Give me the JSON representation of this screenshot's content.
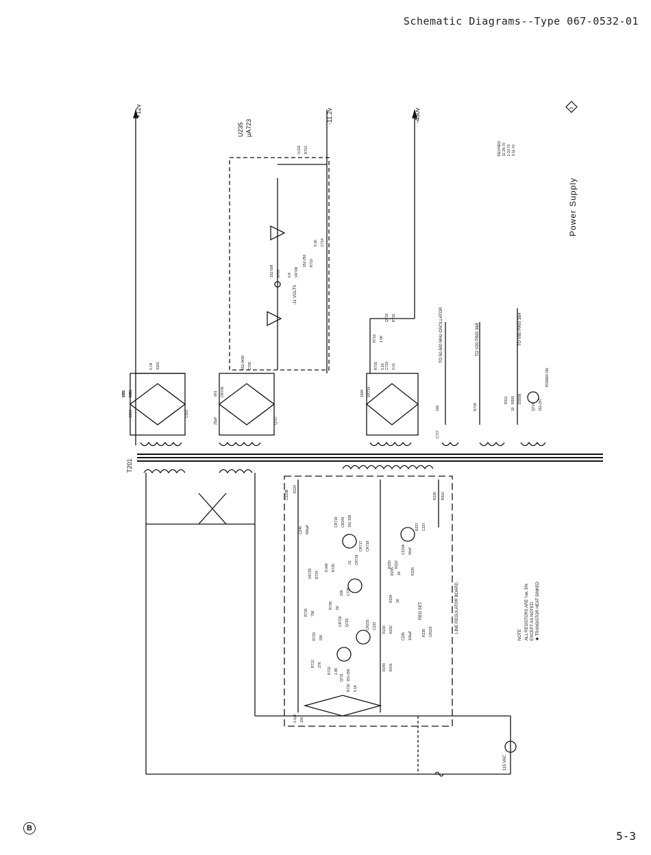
{
  "header": {
    "title": "Schematic Diagrams--Type 067-0532-01"
  },
  "footer": {
    "page_number": "5-3",
    "revision_mark": "B"
  },
  "diagram": {
    "title": "Power Supply",
    "diagram_number": "3",
    "revisions": [
      "REVISED:",
      "11-25-70",
      "1-10-70",
      "3-11-70"
    ],
    "transformer_label": "T201",
    "rails": [
      "+12v",
      "-11.2v",
      "-450v"
    ],
    "ic": {
      "ref": "U235",
      "part": "μA723"
    },
    "board_label": "LINE REGULATOR BOARD",
    "notes": {
      "title": "NOTE",
      "lines": [
        "ALL RESISTORS ARE ¼w, 5%",
        "EXCEPT AS NOTED.",
        "✱ TRANSISTOR HEAT SINKED"
      ]
    },
    "destinations": [
      "TO 50-500 MHz OSCILLATOR",
      "TO V20 PINS 3&8",
      "TO V80 PINS 3&4"
    ],
    "power_switch_label": "POWER ON",
    "input_label": "115 VAC",
    "adjust_label": "-11 VOLTS",
    "reg_label": "REG SET",
    "components": [
      "J201",
      "F201",
      "0.7A",
      "S201",
      "C201",
      "C202",
      ".001",
      "CR706",
      "152-0400",
      "C706",
      "25µF",
      "Q707",
      "151-509",
      "R707",
      "6.8",
      "VR708",
      "152-250",
      "R710",
      "5.1K",
      "C714",
      "0.022",
      "R714",
      "150K",
      "VR714",
      "R715",
      "5.1K",
      "C719",
      "0.01",
      "R719",
      "1.5K",
      "Q716",
      "R716",
      "100",
      "R718",
      "10",
      "Q718",
      "151-207",
      "C717",
      "2.2µF",
      "15V",
      "R720",
      "5.1K",
      "Q711",
      "151-195",
      "R712",
      "27K",
      "R722",
      "1.8K",
      "R723",
      "200",
      "R726",
      "75K",
      "R728",
      "50",
      "CR725",
      "Q725",
      "VR725",
      "R724",
      "8.06K",
      "R725",
      "10K",
      "C728",
      ".01",
      "CR716",
      "CR717",
      "CR718",
      "CR719",
      "CR243",
      "151-199",
      "C249",
      "800µF",
      "R240",
      "R241",
      "CR233",
      "C233",
      "R230",
      "R232",
      "C235",
      "100µF",
      "R234",
      "1K",
      "R235",
      "1K",
      "R236",
      "R237",
      "C237",
      "R239",
      "CR223",
      "R220",
      "R222",
      "C223A",
      "40nF",
      "C223B",
      "R224",
      "R226",
      "R510",
      "R511",
      "R509",
      "DS509",
      "V80",
      "V20"
    ]
  }
}
